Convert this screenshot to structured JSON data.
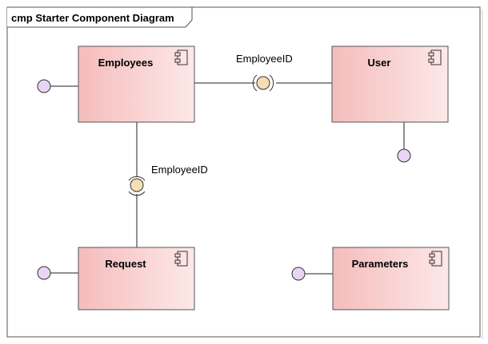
{
  "frame": {
    "title": "cmp Starter Component Diagram"
  },
  "components": [
    {
      "id": "employees",
      "label": "Employees"
    },
    {
      "id": "user",
      "label": "User"
    },
    {
      "id": "request",
      "label": "Request"
    },
    {
      "id": "parameters",
      "label": "Parameters"
    }
  ],
  "interfaces": [
    {
      "id": "employees-user",
      "label": "EmployeeID"
    },
    {
      "id": "employees-request",
      "label": "EmployeeID"
    }
  ],
  "colors": {
    "component_fill_start": "#f7c0c0",
    "component_fill_end": "#fde9e9",
    "component_border": "#555555",
    "required_interface": "#f5deb3",
    "provided_port": "#e8d4f5",
    "line": "#222222"
  }
}
